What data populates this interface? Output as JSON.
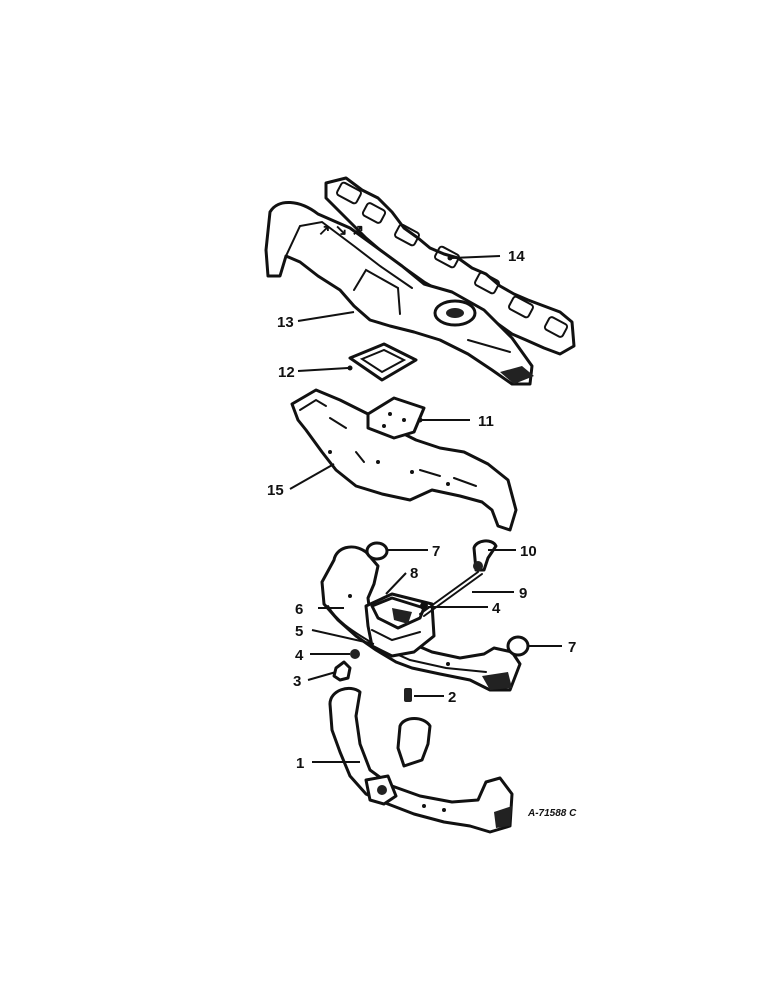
{
  "diagram": {
    "callouts": {
      "c1": "1",
      "c2": "2",
      "c3": "3",
      "c4a": "4",
      "c4b": "4",
      "c5": "5",
      "c6": "6",
      "c7a": "7",
      "c7b": "7",
      "c8": "8",
      "c9": "9",
      "c10": "10",
      "c11": "11",
      "c12": "12",
      "c13": "13",
      "c14": "14",
      "c15": "15"
    },
    "reference_code": "A-71588 C"
  }
}
